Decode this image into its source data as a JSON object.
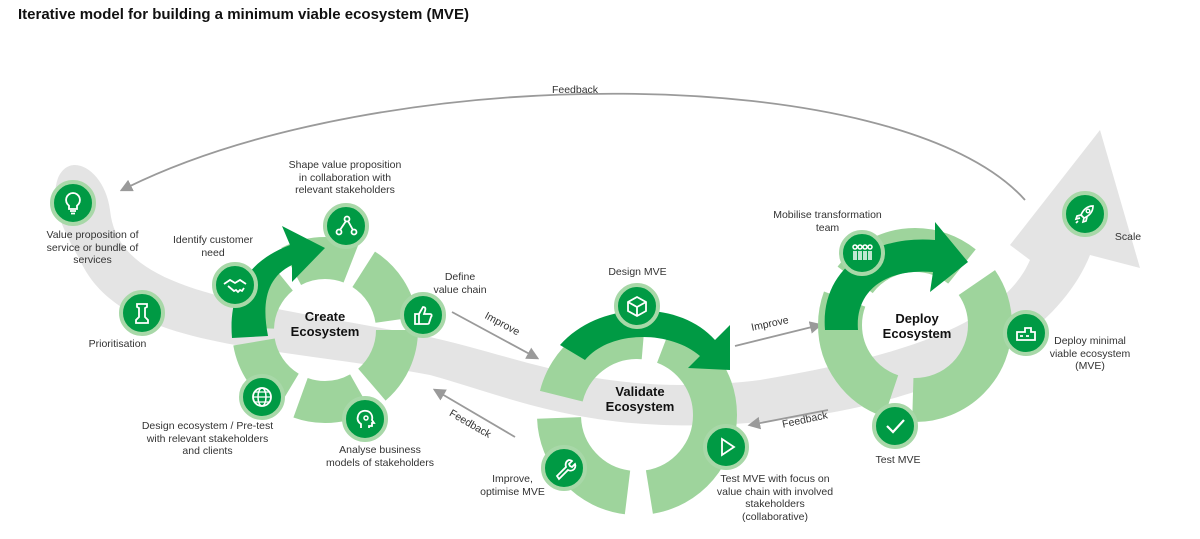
{
  "title": "Iterative model for building a minimum viable ecosystem (MVE)",
  "stages": {
    "create": "Create\nEcosystem",
    "validate": "Validate\nEcosystem",
    "deploy": "Deploy\nEcosystem"
  },
  "arrows": {
    "top_feedback": "Feedback",
    "improve_1": "Improve",
    "improve_2": "Improve",
    "feedback_1": "Feedback",
    "feedback_2": "Feedback"
  },
  "steps": {
    "value_proposition": "Value proposition of\nservice or bundle of\nservices",
    "prioritisation": "Prioritisation",
    "identify_need": "Identify customer\nneed",
    "shape_value": "Shape value proposition\nin collaboration with\nrelevant stakeholders",
    "define_chain": "Define\nvalue chain",
    "analyse_models": "Analyse business\nmodels of stakeholders",
    "design_ecosystem": "Design ecosystem / Pre-test\nwith relevant stakeholders\nand clients",
    "design_mve": "Design MVE",
    "improve_mve": "Improve,\noptimise MVE",
    "test_mve_focus": "Test MVE with focus on\nvalue chain with involved\nstakeholders\n(collaborative)",
    "mobilise": "Mobilise transformation\nteam",
    "deploy_minimal": "Deploy minimal\nviable ecosystem\n(MVE)",
    "test_mve": "Test MVE",
    "scale": "Scale"
  },
  "icons": {
    "value_proposition": "lightbulb-icon",
    "prioritisation": "chess-piece-icon",
    "identify_need": "handshake-icon",
    "shape_value": "network-icon",
    "define_chain": "thumbs-up-icon",
    "analyse_models": "head-icon",
    "design_ecosystem": "globe-icon",
    "design_mve": "box-icon",
    "improve_mve": "wrench-icon",
    "test_mve_focus": "play-icon",
    "mobilise": "team-icon",
    "deploy_minimal": "gear-icon",
    "test_mve": "checkmark-icon",
    "scale": "rocket-icon"
  },
  "colors": {
    "dark_green": "#009a44",
    "light_green": "#9ed49c",
    "ring_green": "#a8d8a8",
    "band_gray": "#e4e4e4",
    "arrow_gray": "#9a9a9a"
  }
}
